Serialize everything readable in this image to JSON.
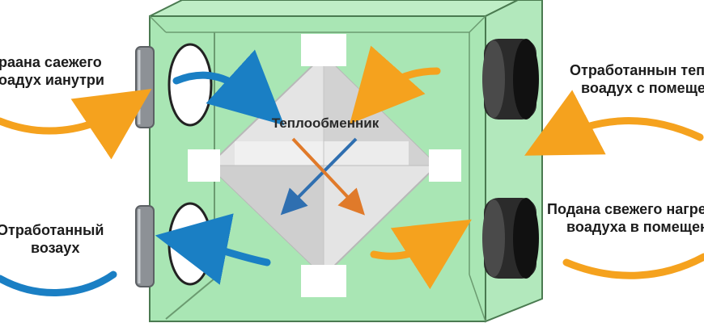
{
  "labels": {
    "inlet_fresh": [
      "раана саежего",
      "оадух ианутри"
    ],
    "exhaust_out": [
      "Отработанный",
      "возаух"
    ],
    "exhaust_in": [
      "Отработаннын теп",
      "воадух с помеще"
    ],
    "supply_out": [
      "Подана свежего нагрет",
      "воадуха в помещени"
    ]
  },
  "heat_exchanger_label": "Теплообменник",
  "colors": {
    "box_fill": "#a9e6b4",
    "box_edge": "#4a7a50",
    "warm_arrow": "#f5a21e",
    "cold_arrow": "#1a7fc4",
    "core_gray": "#d8d8d8",
    "cross_warm": "#e07a2a",
    "cross_cold": "#2f6fb0"
  },
  "icons": [
    "fan-port-icon",
    "round-port-icon",
    "airflow-arrow-icon"
  ]
}
